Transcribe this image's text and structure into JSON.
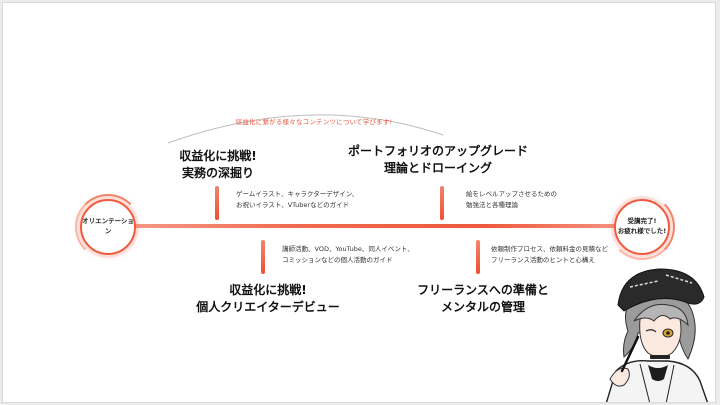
{
  "arc_caption": "収益化に繋がる様々なコンテンツについて学びます!",
  "start_circle": {
    "label": "オリエンテーション"
  },
  "end_circle": {
    "line1": "受講完了!",
    "line2": "お疲れ様でした!"
  },
  "milestones": [
    {
      "title_line1": "収益化に挑戦!",
      "title_line2": "実務の深掘り",
      "desc_line1": "ゲームイラスト、キャラクターデザイン、",
      "desc_line2": "お祝いイラスト、VTuberなどのガイド"
    },
    {
      "title_line1": "収益化に挑戦!",
      "title_line2": "個人クリエイターデビュー",
      "desc_line1": "講師活動、VOD、YouTube、同人イベント、",
      "desc_line2": "コミッションなどの個人活動のガイド"
    },
    {
      "title_line1": "ポートフォリオのアップグレード",
      "title_line2": "理論とドローイング",
      "desc_line1": "絵をレベルアップさせるための",
      "desc_line2": "勉強法と各種理論"
    },
    {
      "title_line1": "フリーランスへの準備と",
      "title_line2": "メンタルの管理",
      "desc_line1": "依頼制作プロセス、依頼料金の見積など",
      "desc_line2": "フリーランス活動のヒントと心構え"
    }
  ],
  "colors": {
    "accent": "#ee5a3d",
    "accent_light": "#f6a08e",
    "text": "#111111"
  }
}
